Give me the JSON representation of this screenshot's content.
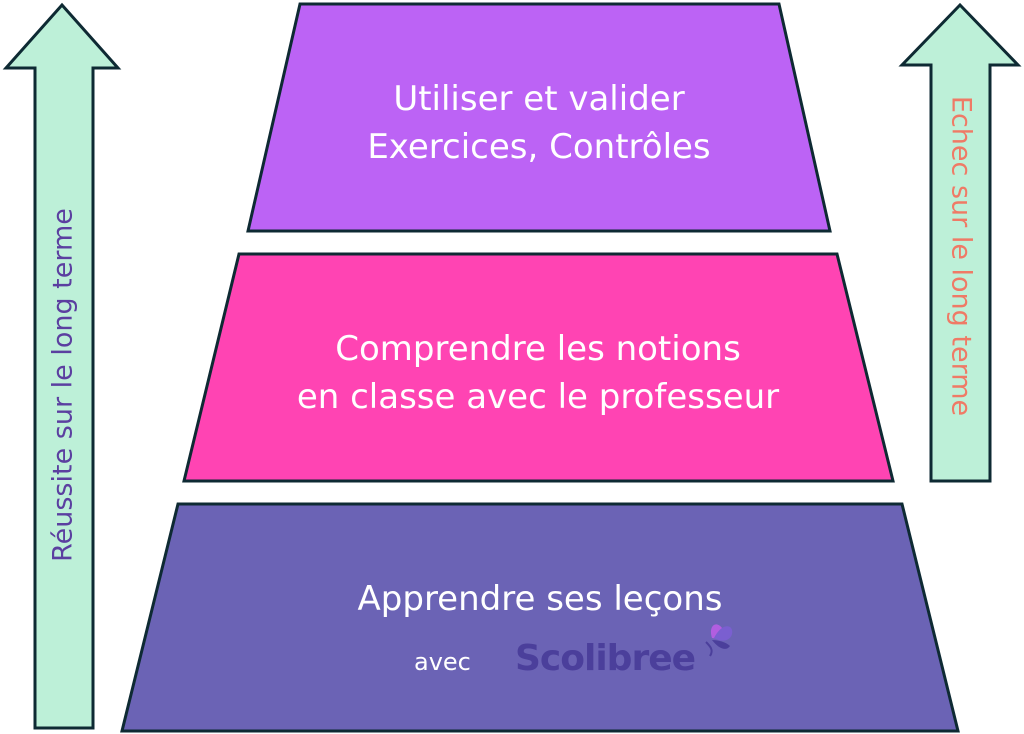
{
  "colors": {
    "top_tier": "#bc63f5",
    "middle_tier": "#ff44b3",
    "bottom_tier": "#6b63b5",
    "arrow_fill": "#bdf0d8",
    "left_label": "#5b3fa0",
    "right_label": "#ef7a66",
    "logo": "#4b3f9b",
    "logo_butterfly": "#b15ee0"
  },
  "tiers": {
    "top": {
      "line1": "Utiliser et valider",
      "line2": "Exercices, Contrôles"
    },
    "middle": {
      "line1": "Comprendre les notions",
      "line2": "en classe avec le professeur"
    },
    "bottom": {
      "line1": "Apprendre ses leçons",
      "avec": "avec",
      "logo": "Scolibree",
      "logo_icon": "butterfly-icon"
    }
  },
  "arrows": {
    "left": {
      "label": "Réussite sur le long terme",
      "direction": "up"
    },
    "right": {
      "label": "Echec sur le long terme",
      "direction": "up"
    }
  }
}
